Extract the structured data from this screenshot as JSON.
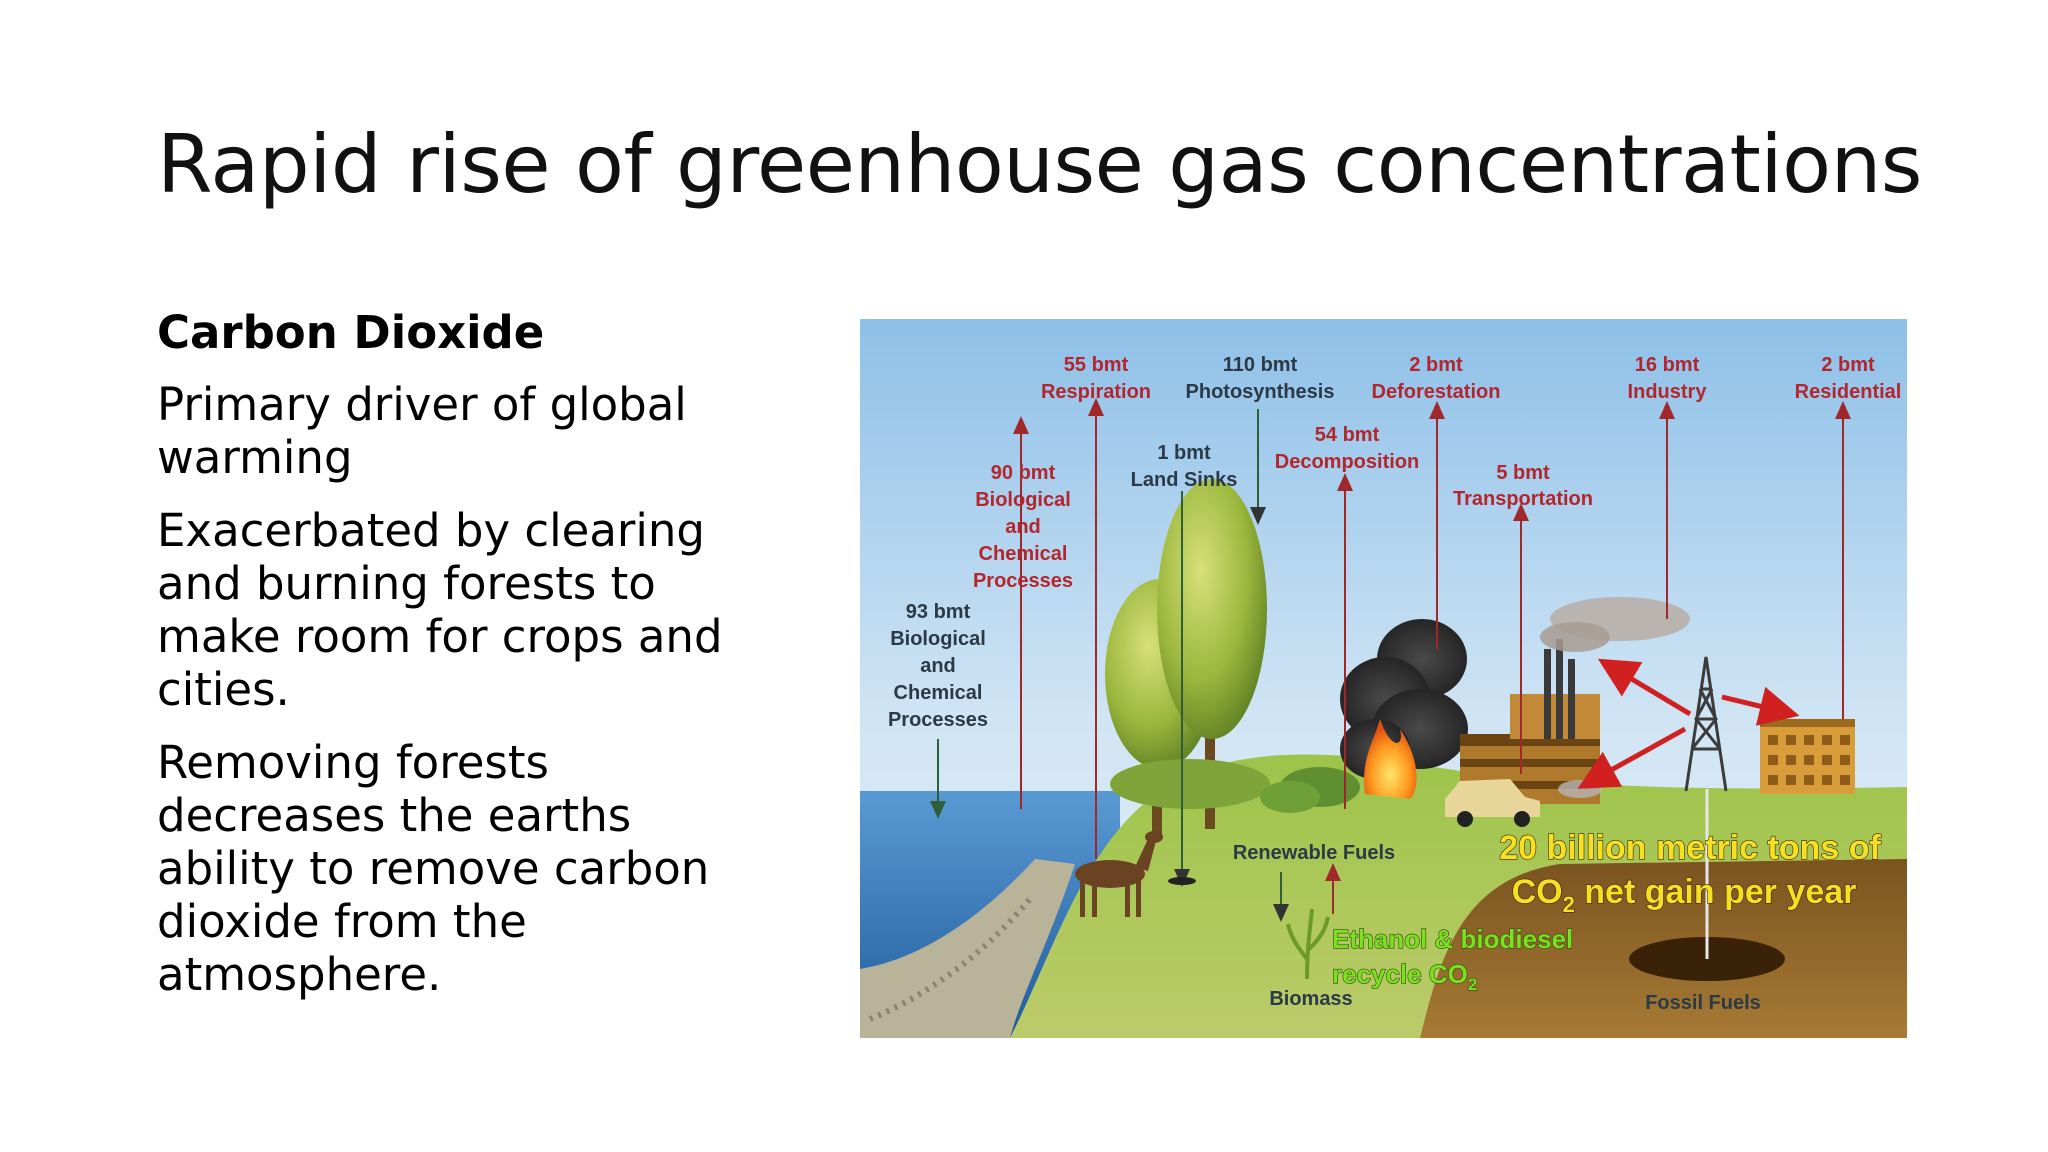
{
  "title": "Rapid rise of greenhouse gas concentrations",
  "text": {
    "heading": "Carbon Dioxide",
    "paragraphs": [
      "Primary driver of global warming",
      "Exacerbated by clearing and burning forests to make room for crops and cities.",
      "Removing forests decreases the earths ability to remove carbon dioxide from the atmosphere."
    ]
  },
  "diagram": {
    "labels": {
      "respiration_value": "55 bmt",
      "respiration_name": "Respiration",
      "photosynthesis_value": "110 bmt",
      "photosynthesis_name": "Photosynthesis",
      "deforestation_value": "2 bmt",
      "deforestation_name": "Deforestation",
      "industry_value": "16 bmt",
      "industry_name": "Industry",
      "residential_value": "2 bmt",
      "residential_name": "Residential",
      "land_sinks_value": "1 bmt",
      "land_sinks_name": "Land Sinks",
      "decomposition_value": "54 bmt",
      "decomposition_name": "Decomposition",
      "transportation_value": "5 bmt",
      "transportation_name": "Transportation",
      "bio_land_value": "90 bmt",
      "bio_land_l1": "Biological",
      "bio_land_l2": "and",
      "bio_land_l3": "Chemical",
      "bio_land_l4": "Processes",
      "bio_ocean_value": "93 bmt",
      "bio_ocean_l1": "Biological",
      "bio_ocean_l2": "and",
      "bio_ocean_l3": "Chemical",
      "bio_ocean_l4": "Processes",
      "renewable_fuels": "Renewable Fuels",
      "biomass": "Biomass",
      "fossil_fuels": "Fossil Fuels",
      "ethanol_line1": "Ethanol & biodiesel",
      "ethanol_line2": "recycle CO",
      "ethanol_sub": "2",
      "net_gain_line1": "20 billion metric tons of",
      "net_gain_co": "CO",
      "net_gain_sub": "2",
      "net_gain_rest": " net gain per year"
    },
    "colors": {
      "flux_label": "#b3262d",
      "arrow_red": "#a0282a",
      "arrow_green": "#2e5e3a",
      "neutral_label": "#2b3a46",
      "ethanol": "#7de01e",
      "net_gain": "#f7e020"
    }
  }
}
